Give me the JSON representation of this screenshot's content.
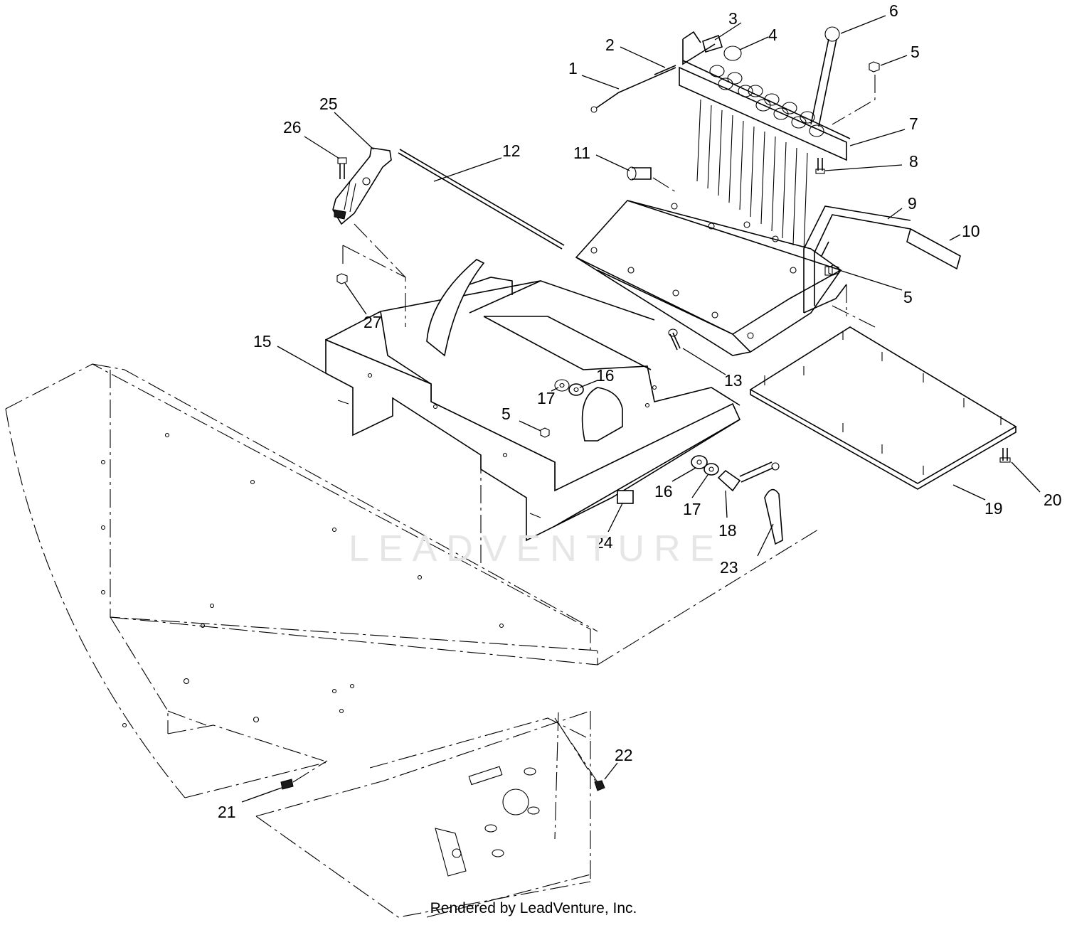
{
  "callouts": {
    "c1": "1",
    "c2": "2",
    "c3": "3",
    "c4": "4",
    "c5a": "5",
    "c5b": "5",
    "c5c": "5",
    "c6": "6",
    "c7": "7",
    "c8": "8",
    "c9": "9",
    "c10": "10",
    "c11": "11",
    "c12": "12",
    "c13": "13",
    "c15": "15",
    "c16a": "16",
    "c16b": "16",
    "c17a": "17",
    "c17b": "17",
    "c18": "18",
    "c19": "19",
    "c20": "20",
    "c21": "21",
    "c22": "22",
    "c23": "23",
    "c24": "24",
    "c25": "25",
    "c26": "26",
    "c27": "27"
  },
  "watermark": "LEADVENTURE",
  "credit": "Rendered by LeadVenture, Inc."
}
